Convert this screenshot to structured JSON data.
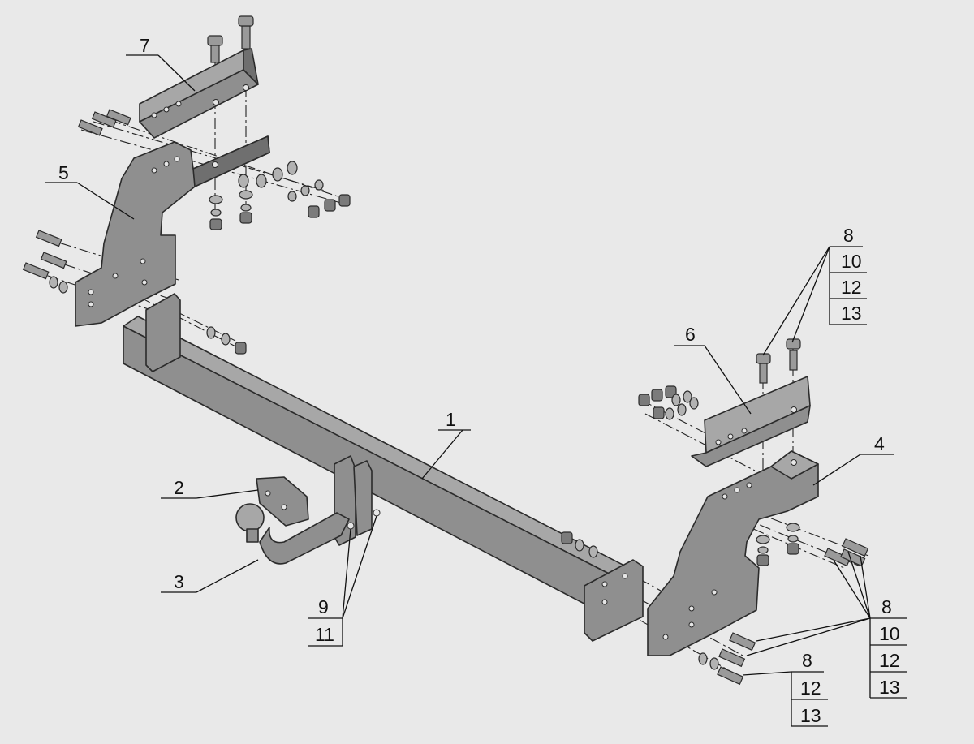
{
  "labels": {
    "p1": "1",
    "p2": "2",
    "p3": "3",
    "p4": "4",
    "p5": "5",
    "p6": "6",
    "p7": "7",
    "topright_stack": [
      "8",
      "10",
      "12",
      "13"
    ],
    "right_stack": [
      "8",
      "10",
      "12",
      "13"
    ],
    "bottom_stack": [
      "8",
      "12",
      "13"
    ],
    "center_stack": [
      "9",
      "11"
    ]
  }
}
